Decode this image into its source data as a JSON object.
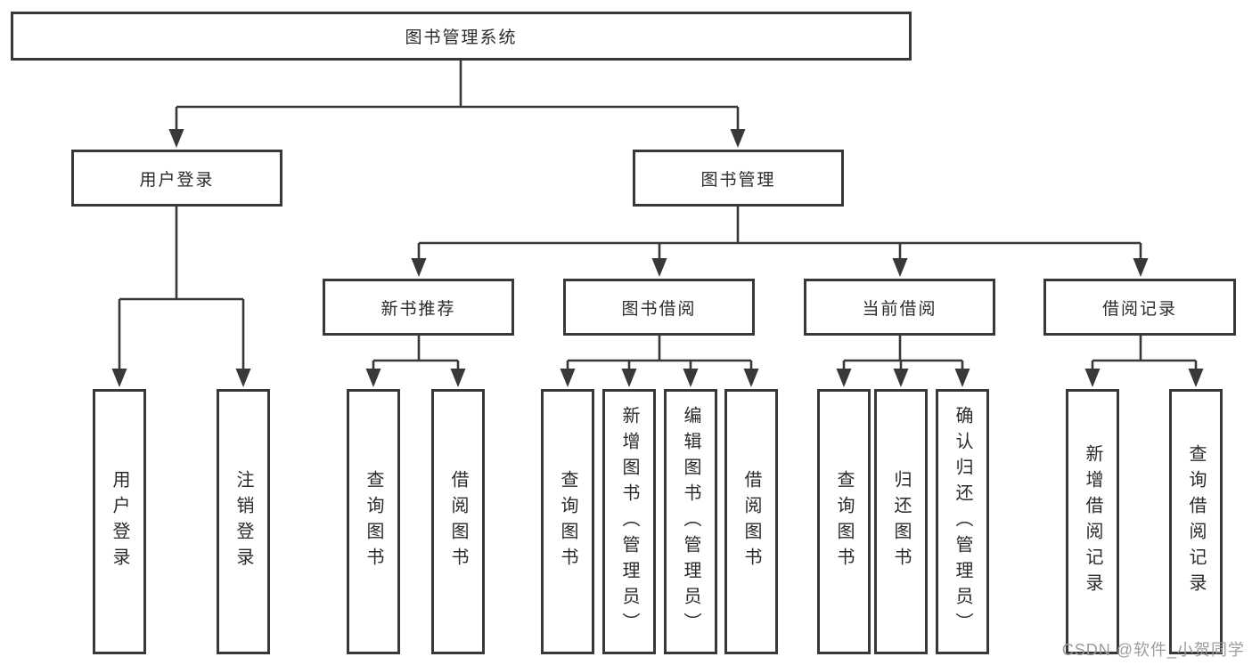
{
  "tree": {
    "root": "图书管理系统",
    "branches": [
      {
        "label": "用户登录",
        "children": [
          "用户登录",
          "注销登录"
        ]
      },
      {
        "label": "图书管理",
        "children": [
          {
            "label": "新书推荐",
            "children": [
              "查询图书",
              "借阅图书"
            ]
          },
          {
            "label": "图书借阅",
            "children": [
              "查询图书",
              "新增图书（管理员）",
              "编辑图书（管理员）",
              "借阅图书"
            ]
          },
          {
            "label": "当前借阅",
            "children": [
              "查询图书",
              "归还图书",
              "确认归还（管理员）"
            ]
          },
          {
            "label": "借阅记录",
            "children": [
              "新增借阅记录",
              "查询借阅记录"
            ]
          }
        ]
      }
    ]
  },
  "watermark": {
    "text": "CSDN @软件_小贺同学"
  },
  "colors": {
    "line": "#383838",
    "text": "#2b2b2b",
    "background": "#ffffff",
    "watermark": "#9c9c9c"
  }
}
